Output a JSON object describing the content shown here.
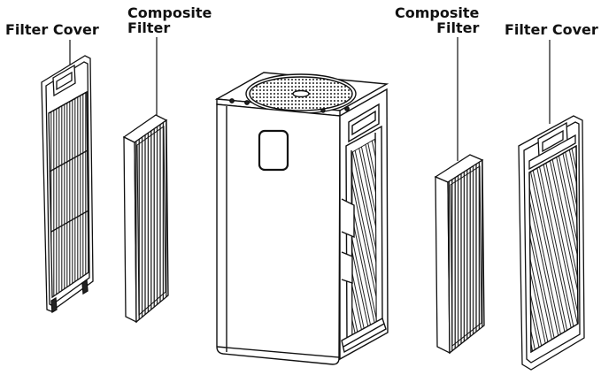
{
  "labels": {
    "left_filter_cover": "Filter Cover",
    "left_composite_line1": "Composite",
    "left_composite_line2": "Filter",
    "right_composite_line1": "Composite",
    "right_composite_line2": "Filter",
    "right_filter_cover": "Filter Cover"
  },
  "colors": {
    "line": "#1a1a1a",
    "fill": "#ffffff",
    "mesh": "#2a2a2a"
  }
}
